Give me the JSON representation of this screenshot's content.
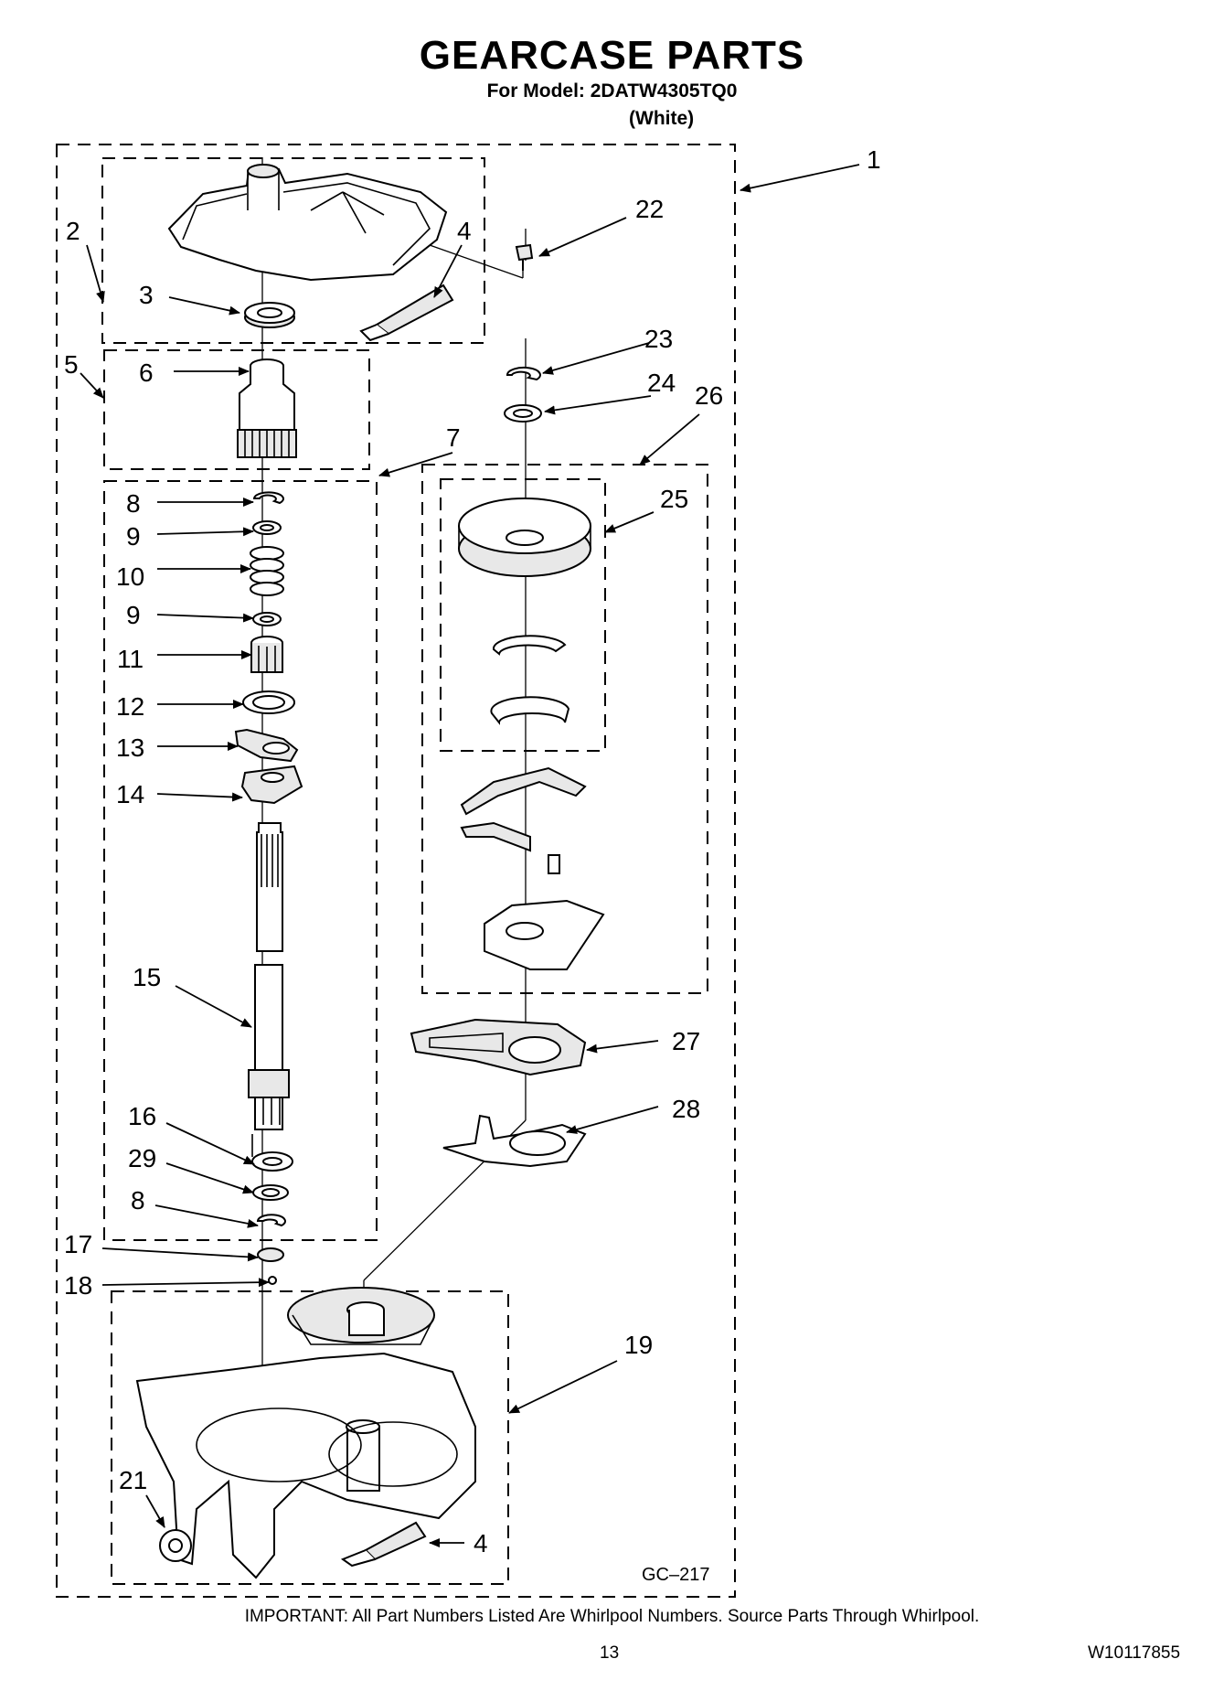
{
  "header": {
    "title": "GEARCASE PARTS",
    "model_line": "For Model: 2DATW4305TQ0",
    "color_line": "(White)"
  },
  "diagram": {
    "callouts": [
      "1",
      "2",
      "3",
      "4",
      "5",
      "6",
      "7",
      "8",
      "9",
      "10",
      "9",
      "11",
      "12",
      "13",
      "14",
      "15",
      "16",
      "29",
      "8",
      "17",
      "18",
      "19",
      "21",
      "4",
      "22",
      "23",
      "24",
      "26",
      "25",
      "27",
      "28"
    ],
    "figure_code": "GC–217"
  },
  "footer": {
    "important_note": "IMPORTANT: All Part Numbers Listed Are Whirlpool Numbers. Source Parts Through Whirlpool.",
    "page_number": "13",
    "document_number": "W10117855"
  }
}
